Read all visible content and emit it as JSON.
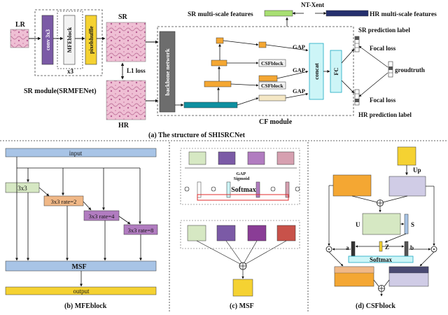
{
  "colors": {
    "purple": "#7b5aa6",
    "yellow": "#f5d232",
    "green": "#a8df72",
    "navy": "#25306e",
    "orange": "#f4a733",
    "teal": "#0f8fa0",
    "cyan_fill": "#cdf5f7",
    "cyan_stroke": "#1aa9c2",
    "violet": "#b17cc0",
    "light_green": "#d6e8c3",
    "light_blue": "#a8c4e6",
    "salmon": "#f0b887",
    "red": "#e22b2b",
    "gray_box": "#6d6d6d",
    "tissue": "#e9b3cc"
  },
  "panel_a": {
    "caption": "(a)  The structure of SHISRCNet",
    "lr_label": "LR",
    "conv_label": "conv 3x3",
    "mfe_label": "MFEblock",
    "pixelshuffle_label": "pixelshuffle",
    "x3_label": "x3",
    "sr_label": "SR",
    "hr_label": "HR",
    "l1_loss_label": "L1 loss",
    "sr_module_label": "SR module(SRMFENet)",
    "backbone_label": "backbone network",
    "cf_module_label": "CF module",
    "csf_label_1": "CSFblock",
    "csf_label_2": "CSFblock",
    "gap_label_1": "GAP",
    "gap_label_2": "GAP",
    "gap_label_3": "GAP",
    "concat_label": "concat",
    "fc_label": "FC",
    "sr_ms_label": "SR multi-scale features",
    "hr_ms_label": "HR multi-scale features",
    "ntxent_label": "NT-Xent",
    "sr_pred_label": "SR prediction label",
    "hr_pred_label": "HR prediction label",
    "focal_loss_1": "Focal loss",
    "focal_loss_2": "Focal loss",
    "groundtruth_label": "groudtruth"
  },
  "panel_b": {
    "caption": "(b) MFEblock",
    "input_label": "input",
    "conv_1": "3x3",
    "conv_2": "3x3 rate=2",
    "conv_3": "3x3 rate=4",
    "conv_4": "3x3 rate=8",
    "msf_label": "MSF",
    "output_label": "output"
  },
  "panel_c": {
    "caption": "(c) MSF",
    "gap_sigmoid_label": "GAP\nSigmoid",
    "softmax_label": "Softmax"
  },
  "panel_d": {
    "caption": "(d) CSFblock",
    "up_label": "Up",
    "u_label": "U",
    "s_label": "S",
    "z_label": "Z",
    "a_label": "a",
    "b_label": "b",
    "softmax_label": "Softmax"
  }
}
